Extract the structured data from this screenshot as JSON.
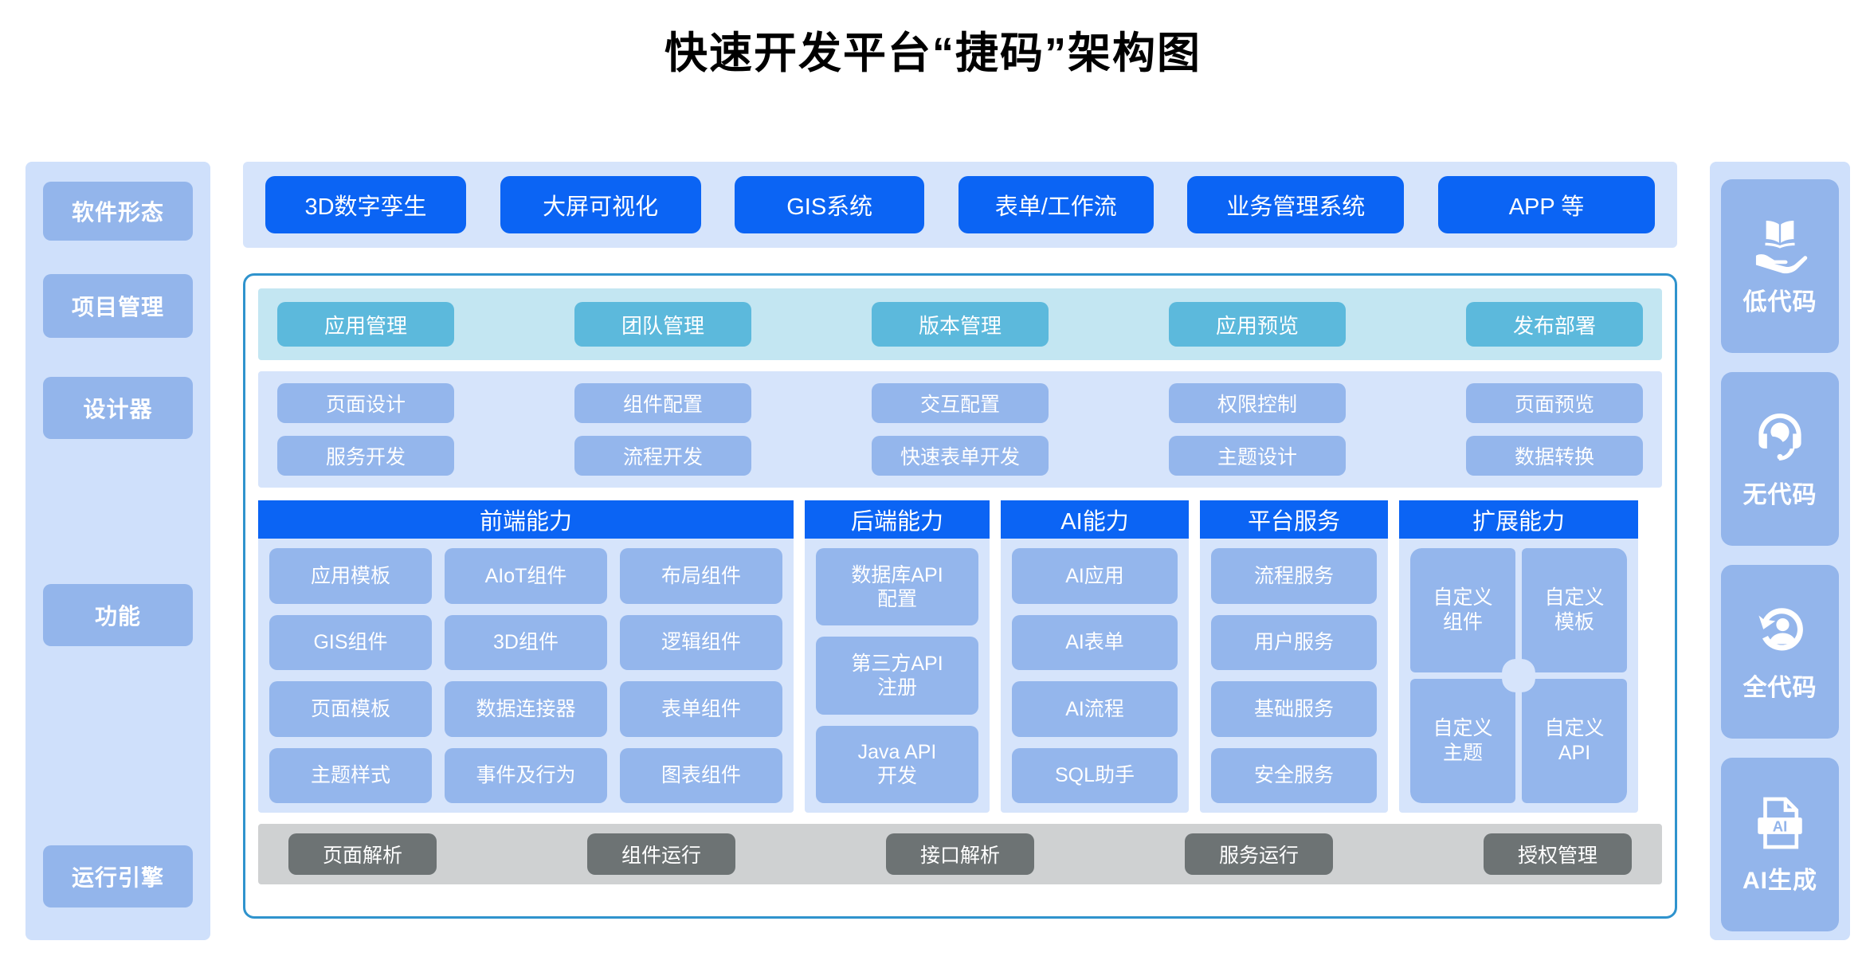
{
  "title": "快速开发平台“捷码”架构图",
  "colors": {
    "bright_blue": "#0b64f4",
    "light_blue_band": "#d6e4fb",
    "rail_bg": "#cfe0fb",
    "rail_chip": "#93b5eb",
    "tile_blue": "#94b6ec",
    "cyan_band": "#c3e6f2",
    "cyan_chip": "#5cb9dc",
    "frame_border": "#2f93cd",
    "runtime_band": "#cfd1d2",
    "runtime_chip": "#6d7374"
  },
  "left_rail": {
    "items": [
      {
        "label": "软件形态"
      },
      {
        "label": "项目管理"
      },
      {
        "label": "设计器"
      },
      {
        "label": "功能"
      },
      {
        "label": "运行引擎"
      }
    ]
  },
  "right_rail": {
    "items": [
      {
        "label": "低代码",
        "icon": "book-on-hand-icon"
      },
      {
        "label": "无代码",
        "icon": "headset-support-icon"
      },
      {
        "label": "全代码",
        "icon": "person-refresh-icon"
      },
      {
        "label": "AI生成",
        "icon": "ai-file-icon"
      }
    ]
  },
  "software_forms": {
    "items": [
      {
        "label": "3D数字孪生"
      },
      {
        "label": "大屏可视化"
      },
      {
        "label": "GIS系统"
      },
      {
        "label": "表单/工作流"
      },
      {
        "label": "业务管理系统"
      },
      {
        "label": "APP 等"
      }
    ]
  },
  "project_management": {
    "items": [
      {
        "label": "应用管理"
      },
      {
        "label": "团队管理"
      },
      {
        "label": "版本管理"
      },
      {
        "label": "应用预览"
      },
      {
        "label": "发布部署"
      }
    ]
  },
  "designer": {
    "row1": [
      {
        "label": "页面设计"
      },
      {
        "label": "组件配置"
      },
      {
        "label": "交互配置"
      },
      {
        "label": "权限控制"
      },
      {
        "label": "页面预览"
      }
    ],
    "row2": [
      {
        "label": "服务开发"
      },
      {
        "label": "流程开发"
      },
      {
        "label": "快速表单开发"
      },
      {
        "label": "主题设计"
      },
      {
        "label": "数据转换"
      }
    ]
  },
  "capabilities": {
    "frontend": {
      "header": "前端能力",
      "items": [
        {
          "label": "应用模板"
        },
        {
          "label": "AIoT组件"
        },
        {
          "label": "布局组件"
        },
        {
          "label": "GIS组件"
        },
        {
          "label": "3D组件"
        },
        {
          "label": "逻辑组件"
        },
        {
          "label": "页面模板"
        },
        {
          "label": "数据连接器"
        },
        {
          "label": "表单组件"
        },
        {
          "label": "主题样式"
        },
        {
          "label": "事件及行为"
        },
        {
          "label": "图表组件"
        }
      ]
    },
    "backend": {
      "header": "后端能力",
      "items": [
        {
          "label": "数据库API\n配置"
        },
        {
          "label": "第三方API\n注册"
        },
        {
          "label": "Java API\n开发"
        }
      ]
    },
    "ai": {
      "header": "AI能力",
      "items": [
        {
          "label": "AI应用"
        },
        {
          "label": "AI表单"
        },
        {
          "label": "AI流程"
        },
        {
          "label": "SQL助手"
        }
      ]
    },
    "platform": {
      "header": "平台服务",
      "items": [
        {
          "label": "流程服务"
        },
        {
          "label": "用户服务"
        },
        {
          "label": "基础服务"
        },
        {
          "label": "安全服务"
        }
      ]
    },
    "extension": {
      "header": "扩展能力",
      "items": [
        {
          "label": "自定义\n组件"
        },
        {
          "label": "自定义\n模板"
        },
        {
          "label": "自定义\n主题"
        },
        {
          "label": "自定义\nAPI"
        }
      ]
    }
  },
  "runtime_engine": {
    "items": [
      {
        "label": "页面解析"
      },
      {
        "label": "组件运行"
      },
      {
        "label": "接口解析"
      },
      {
        "label": "服务运行"
      },
      {
        "label": "授权管理"
      }
    ]
  }
}
